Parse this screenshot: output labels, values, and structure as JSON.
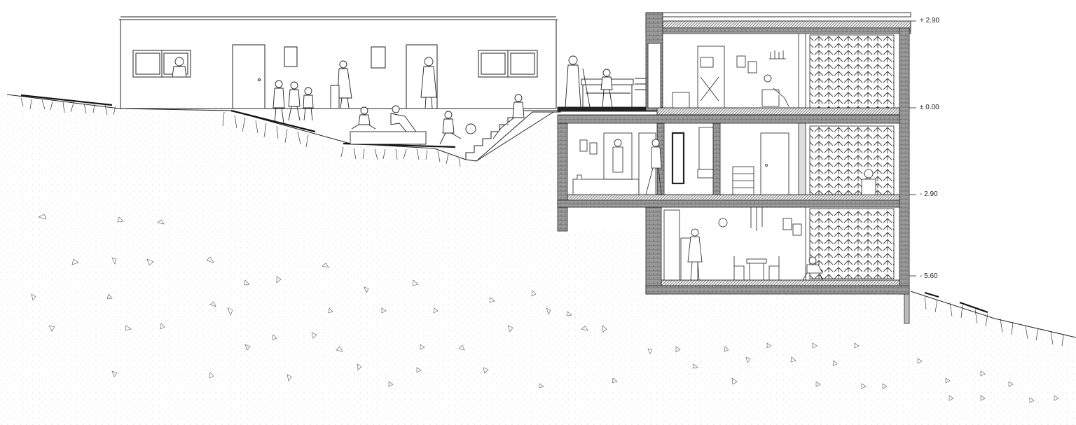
{
  "levels": {
    "top": "+ 2.90",
    "ground": "± 0.00",
    "lower1": "- 2.90",
    "lower2": "- 5.60"
  },
  "colors": {
    "line": "#222222",
    "wall_fill": "#8a8a8a",
    "slab_fill": "#bdbdbd",
    "screen_pattern": "#333333",
    "soil_dots": "#999999"
  }
}
